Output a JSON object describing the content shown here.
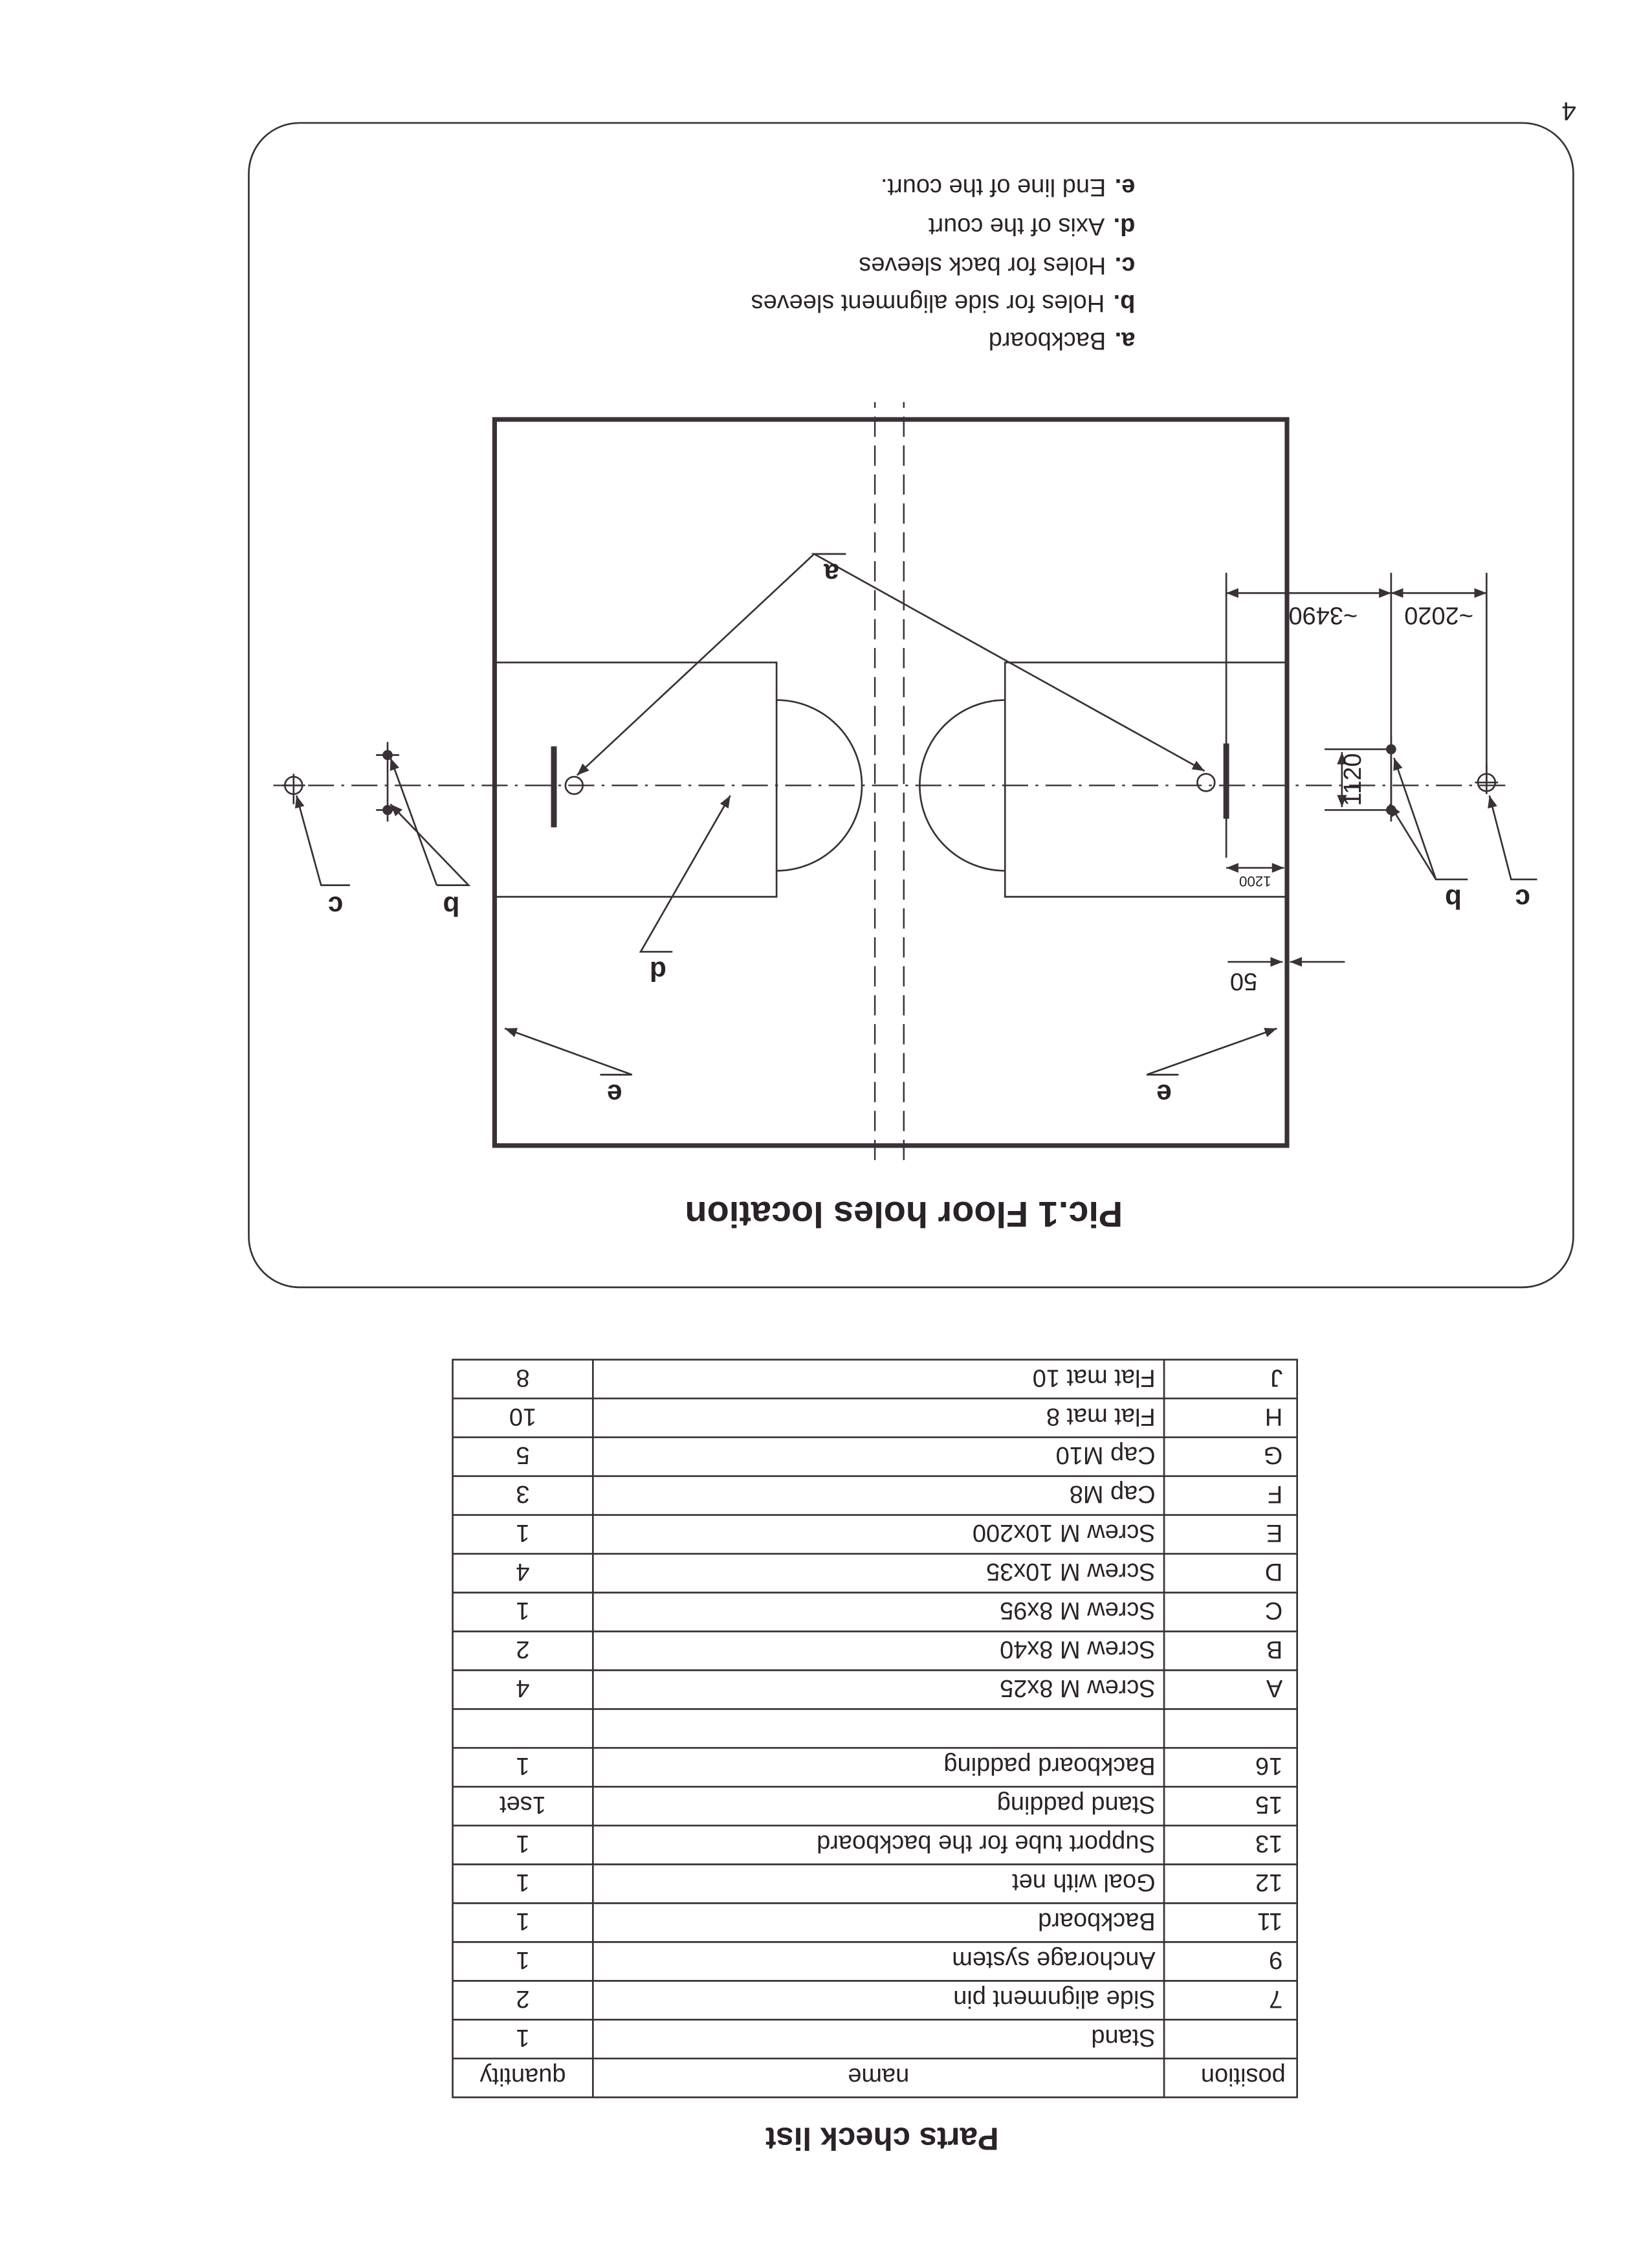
{
  "page_number": "4",
  "parts": {
    "title": "Parts check list",
    "headers": [
      "position",
      "name",
      "quantity"
    ],
    "rows": [
      [
        "",
        "Stand",
        "1"
      ],
      [
        "7",
        "Side alignment pin",
        "2"
      ],
      [
        "9",
        "Anchorage system",
        "1"
      ],
      [
        "11",
        "Backboard",
        "1"
      ],
      [
        "12",
        "Goal with net",
        "1"
      ],
      [
        "13",
        "Support tube for the backboard",
        "1"
      ],
      [
        "15",
        "Stand padding",
        "1set"
      ],
      [
        "16",
        "Backboard padding",
        "1"
      ],
      [
        "",
        "",
        ""
      ],
      [
        "A",
        "Screw M 8x25",
        "4"
      ],
      [
        "B",
        "Screw M 8x40",
        "2"
      ],
      [
        "C",
        "Screw M 8x95",
        "1"
      ],
      [
        "D",
        "Screw M 10x35",
        "4"
      ],
      [
        "E",
        "Screw M 10x200",
        "1"
      ],
      [
        "F",
        "Cap M8",
        "3"
      ],
      [
        "G",
        "Cap M10",
        "5"
      ],
      [
        "H",
        "Flat mat 8",
        "10"
      ],
      [
        "J",
        "Flat mat 10",
        "8"
      ]
    ]
  },
  "figure": {
    "title": "Pic.1  Floor holes location",
    "labels": {
      "a": "a",
      "b": "b",
      "c": "c",
      "d": "d",
      "e": "e"
    },
    "dimensions": {
      "d50": "50",
      "d1200": "1200",
      "d1120": "1120",
      "d3490": "~3490",
      "d2020": "~2020"
    },
    "legend": [
      {
        "key": "a.",
        "text": "Backboard"
      },
      {
        "key": "b.",
        "text": "Holes for side alignment sleeves"
      },
      {
        "key": "c.",
        "text": "Holes for back sleeves"
      },
      {
        "key": "d.",
        "text": "Axis of the court"
      },
      {
        "key": "e.",
        "text": "End line of the court."
      }
    ]
  }
}
